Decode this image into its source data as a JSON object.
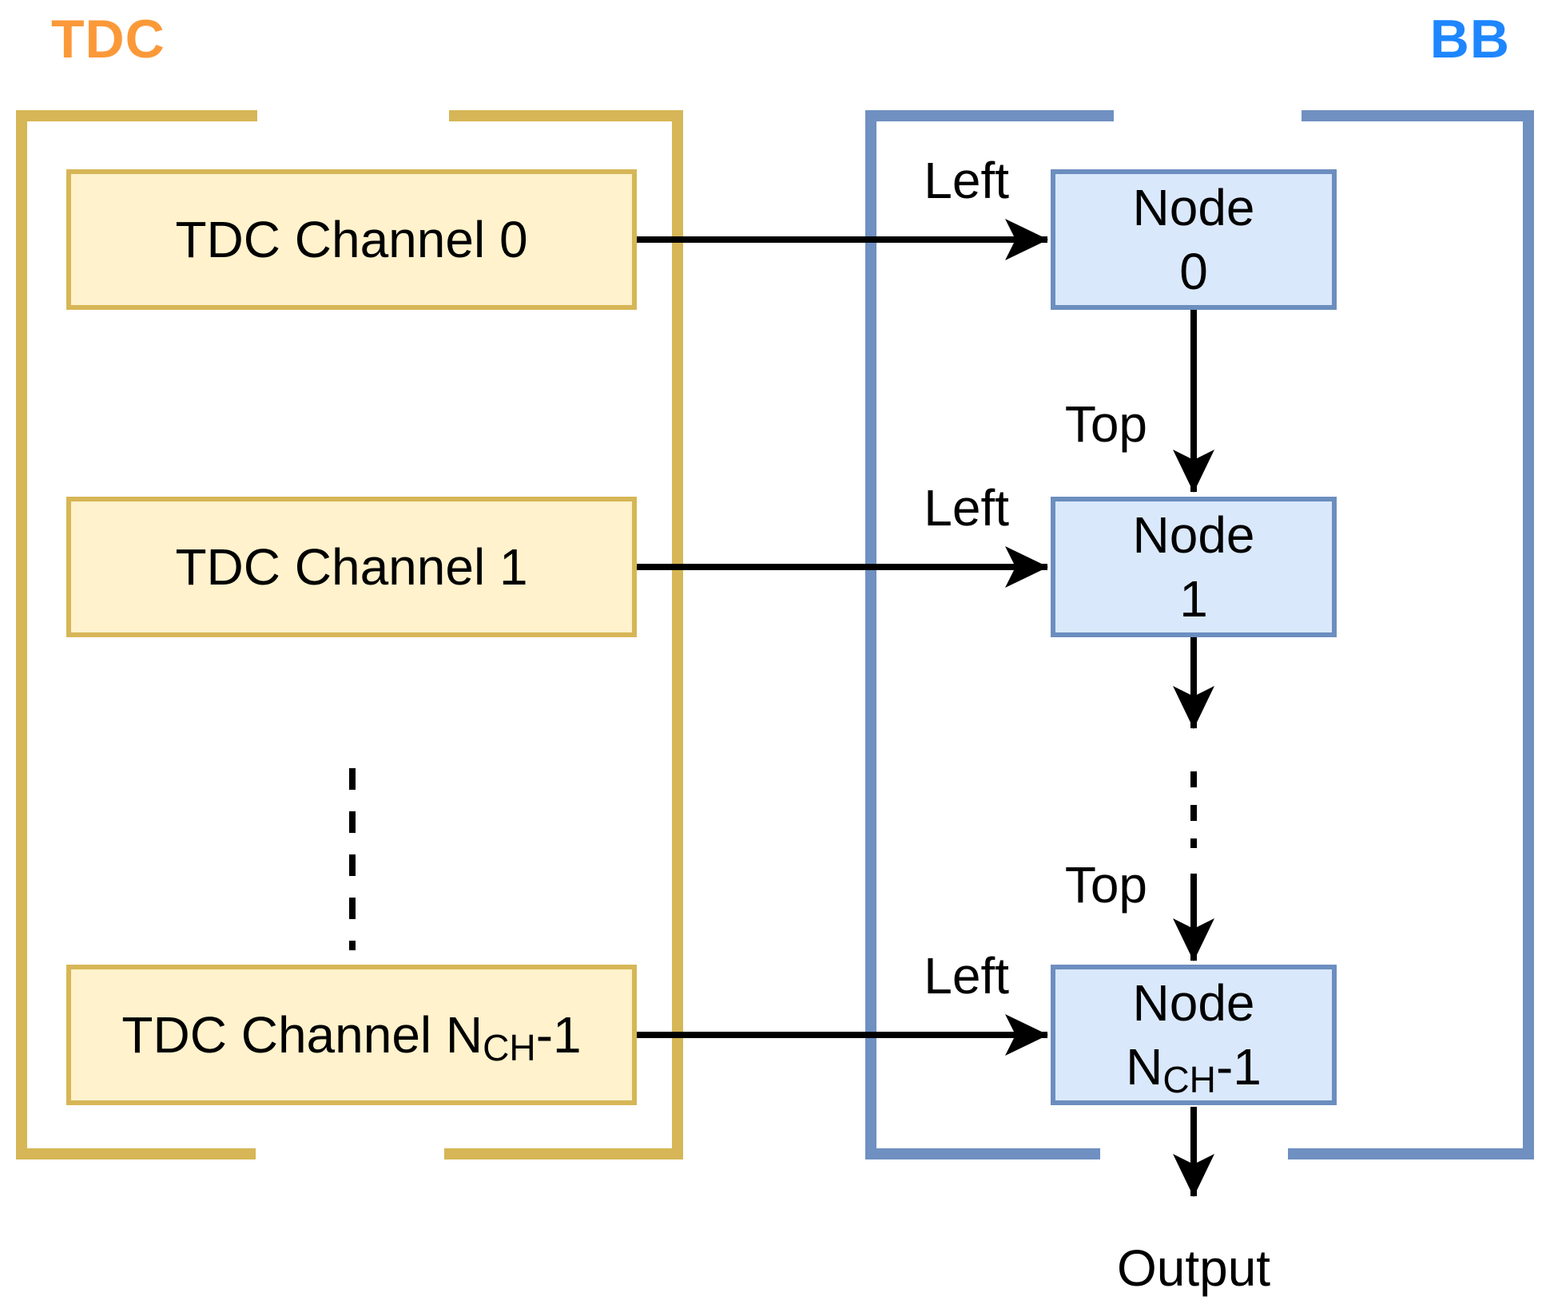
{
  "groups": {
    "tdc": {
      "label": "TDC",
      "label_color": "#FB9939",
      "bracket_color": "#D6B656"
    },
    "bb": {
      "label": "BB",
      "label_color": "#1E86FF",
      "bracket_color": "#6F90C1"
    }
  },
  "channels": [
    {
      "pre": "TDC Channel 0",
      "sub": "",
      "post": ""
    },
    {
      "pre": "TDC Channel 1",
      "sub": "",
      "post": ""
    },
    {
      "pre": "TDC Channel N",
      "sub": "CH",
      "post": "-1"
    }
  ],
  "nodes": [
    {
      "title": "Node",
      "pre": "0",
      "sub": "",
      "post": ""
    },
    {
      "title": "Node",
      "pre": "1",
      "sub": "",
      "post": ""
    },
    {
      "title": "Node",
      "pre": "N",
      "sub": "CH",
      "post": "-1"
    }
  ],
  "edge_labels": {
    "left": [
      "Left",
      "Left",
      "Left"
    ],
    "top": [
      "Top",
      "Top"
    ],
    "output": "Output"
  },
  "styles": {
    "channel_fill": "#FFF2CC",
    "channel_border": "#D6B656",
    "node_fill": "#DAE8FC",
    "node_border": "#6C8EBF",
    "connector_color": "#000000"
  }
}
